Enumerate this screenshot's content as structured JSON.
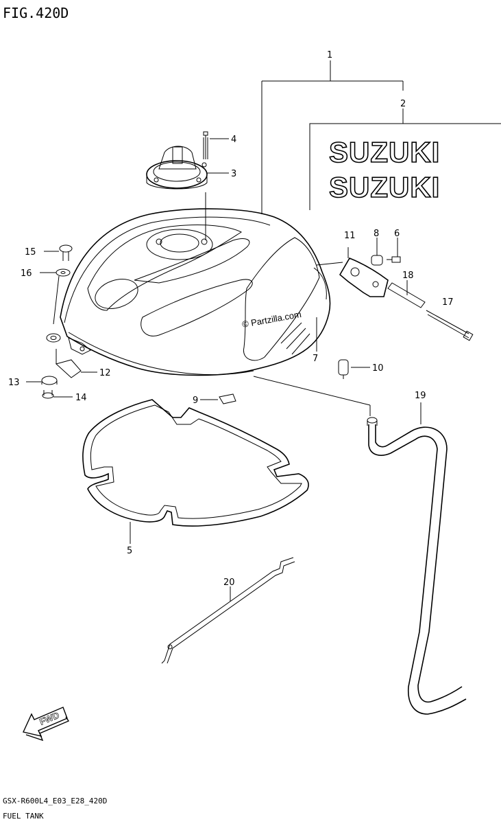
{
  "figure": {
    "title": "FIG.420D",
    "footer_model": "GSX-R600L4_E03_E28_420D",
    "footer_name": "FUEL TANK",
    "watermark": "© Partzilla.com",
    "fwd_label": "FWD"
  },
  "decal": {
    "line1": "SUZUKI",
    "line2": "SUZUKI"
  },
  "callouts": [
    {
      "id": "c1",
      "text": "1"
    },
    {
      "id": "c2",
      "text": "2"
    },
    {
      "id": "c3",
      "text": "3"
    },
    {
      "id": "c4",
      "text": "4"
    },
    {
      "id": "c5",
      "text": "5"
    },
    {
      "id": "c6",
      "text": "6"
    },
    {
      "id": "c7",
      "text": "7"
    },
    {
      "id": "c8",
      "text": "8"
    },
    {
      "id": "c9",
      "text": "9"
    },
    {
      "id": "c10",
      "text": "10"
    },
    {
      "id": "c11",
      "text": "11"
    },
    {
      "id": "c12",
      "text": "12"
    },
    {
      "id": "c13",
      "text": "13"
    },
    {
      "id": "c14",
      "text": "14"
    },
    {
      "id": "c15",
      "text": "15"
    },
    {
      "id": "c16",
      "text": "16"
    },
    {
      "id": "c17",
      "text": "17"
    },
    {
      "id": "c18",
      "text": "18"
    },
    {
      "id": "c19",
      "text": "19"
    },
    {
      "id": "c20",
      "text": "20"
    }
  ]
}
